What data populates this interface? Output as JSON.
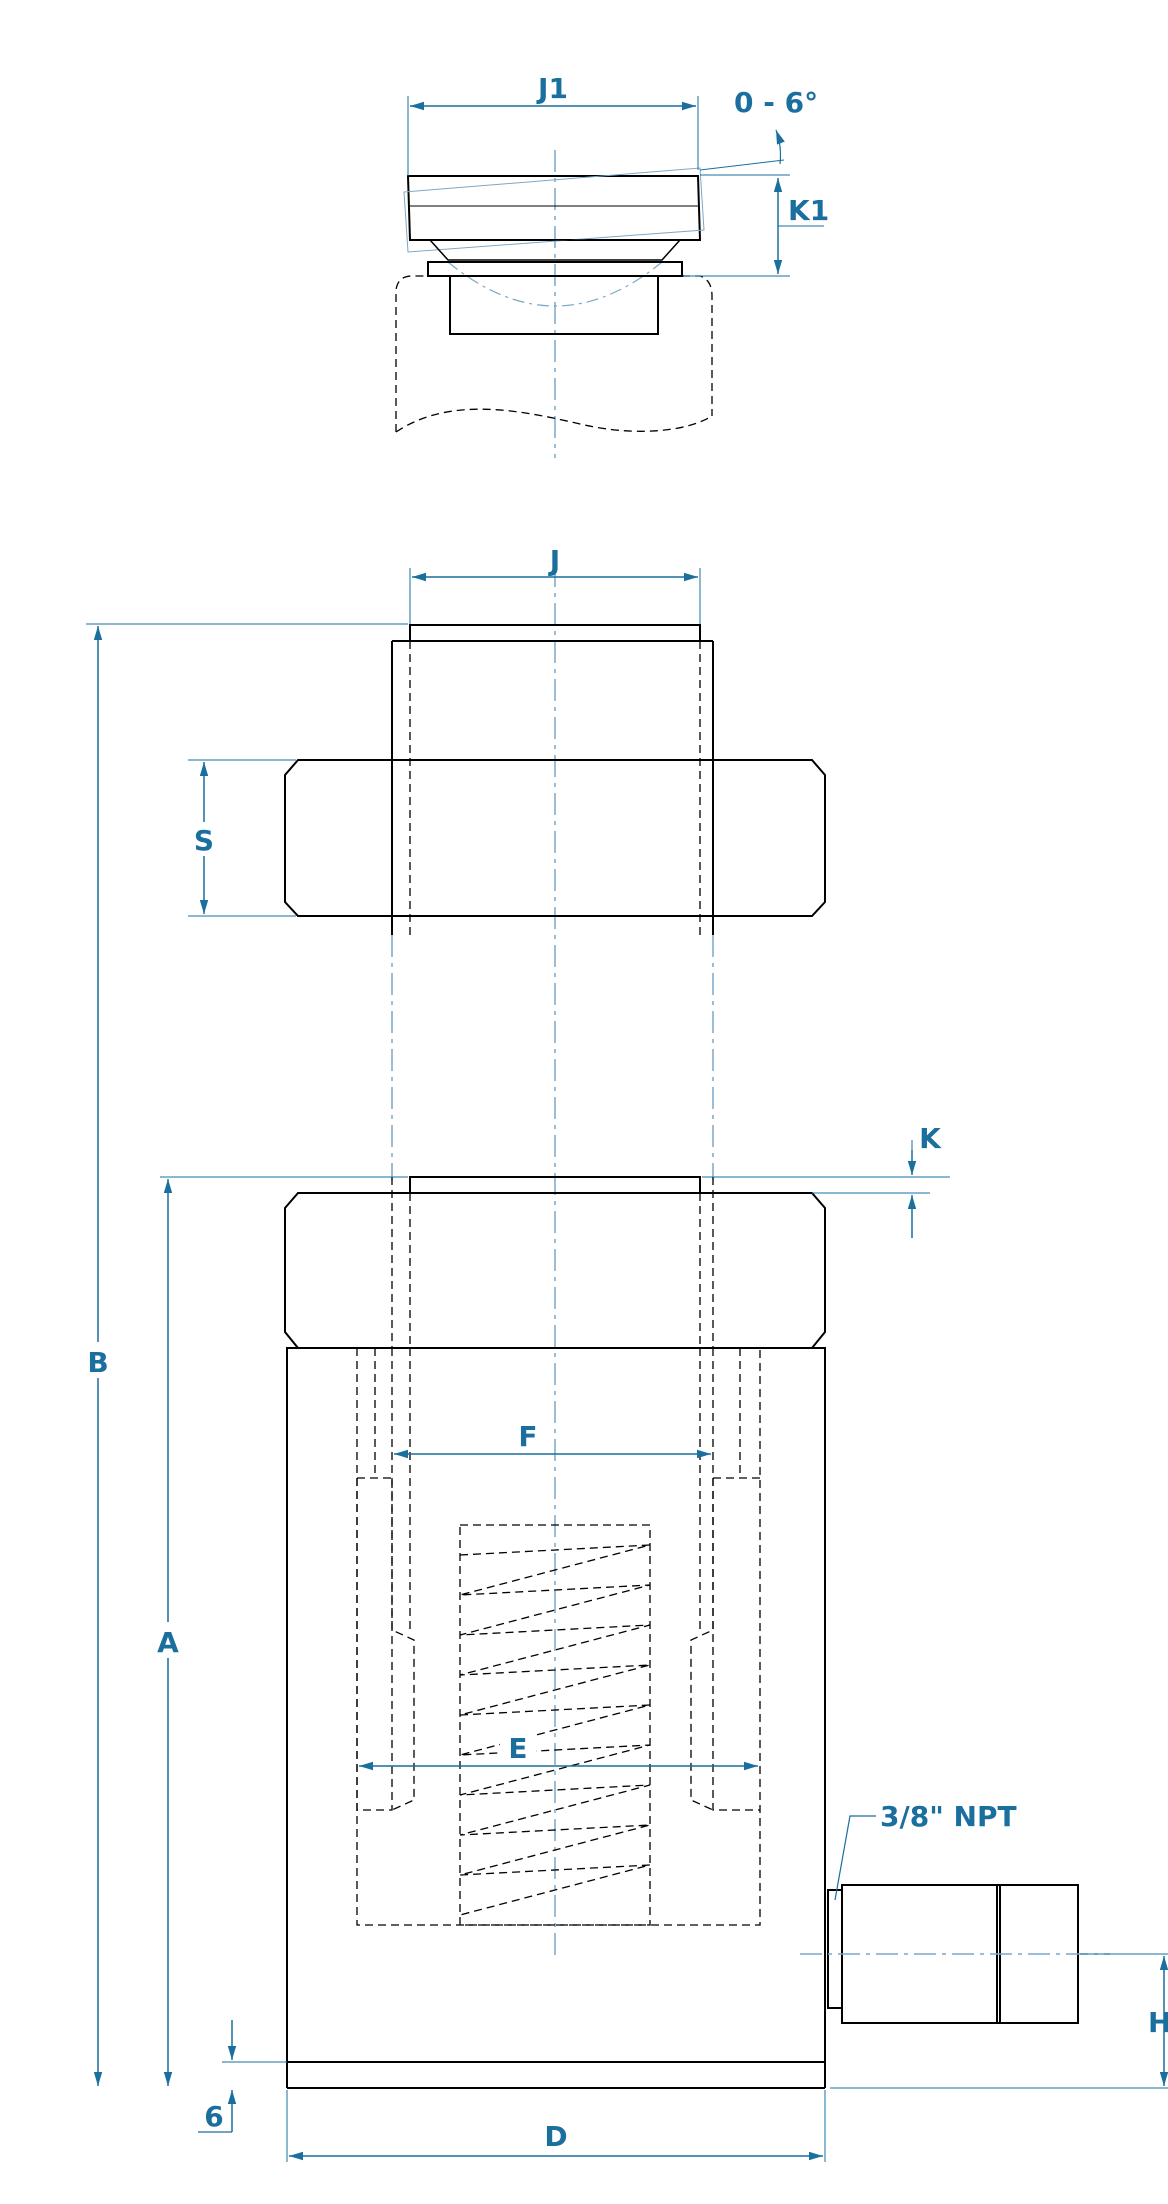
{
  "labels": {
    "j1": "J1",
    "angle": "0 - 6°",
    "k1": "K1",
    "j": "J",
    "s": "S",
    "k": "K",
    "b": "B",
    "a": "A",
    "f": "F",
    "e": "E",
    "npt": "3/8\" NPT",
    "h": "H",
    "six": "6",
    "d": "D"
  },
  "colors": {
    "outline": "#000000",
    "dimension": "#1a6f9e",
    "centerline": "#7aa9c8"
  }
}
